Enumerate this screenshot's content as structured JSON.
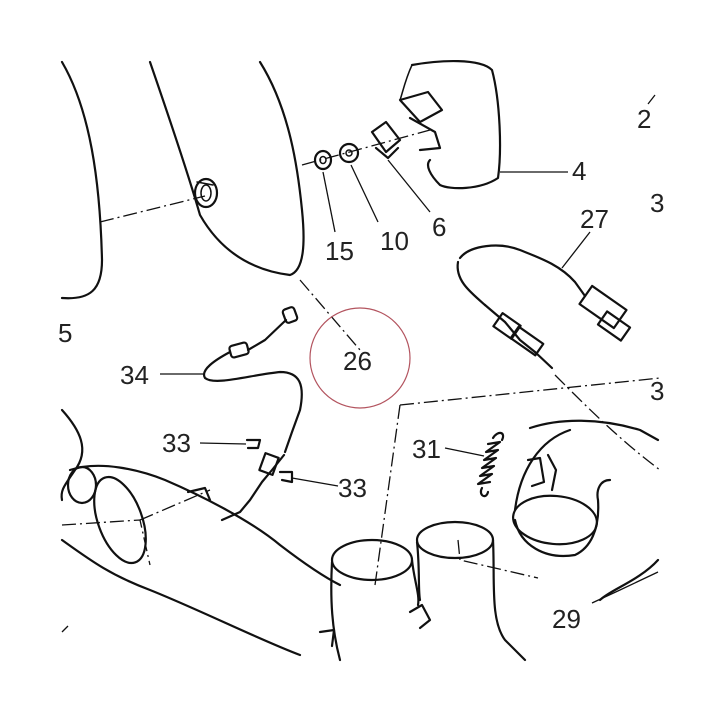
{
  "diagram": {
    "callouts": [
      {
        "id": "c2",
        "text": "2"
      },
      {
        "id": "c4",
        "text": "4"
      },
      {
        "id": "c3a",
        "text": "3"
      },
      {
        "id": "c27",
        "text": "27"
      },
      {
        "id": "c15",
        "text": "15"
      },
      {
        "id": "c10",
        "text": "10"
      },
      {
        "id": "c6",
        "text": "6"
      },
      {
        "id": "c5",
        "text": "5"
      },
      {
        "id": "c26",
        "text": "26"
      },
      {
        "id": "c34",
        "text": "34"
      },
      {
        "id": "c3b",
        "text": "3"
      },
      {
        "id": "c33a",
        "text": "33"
      },
      {
        "id": "c31",
        "text": "31"
      },
      {
        "id": "c33b",
        "text": "33"
      },
      {
        "id": "c29",
        "text": "29"
      }
    ],
    "highlighted_callout": "26"
  }
}
